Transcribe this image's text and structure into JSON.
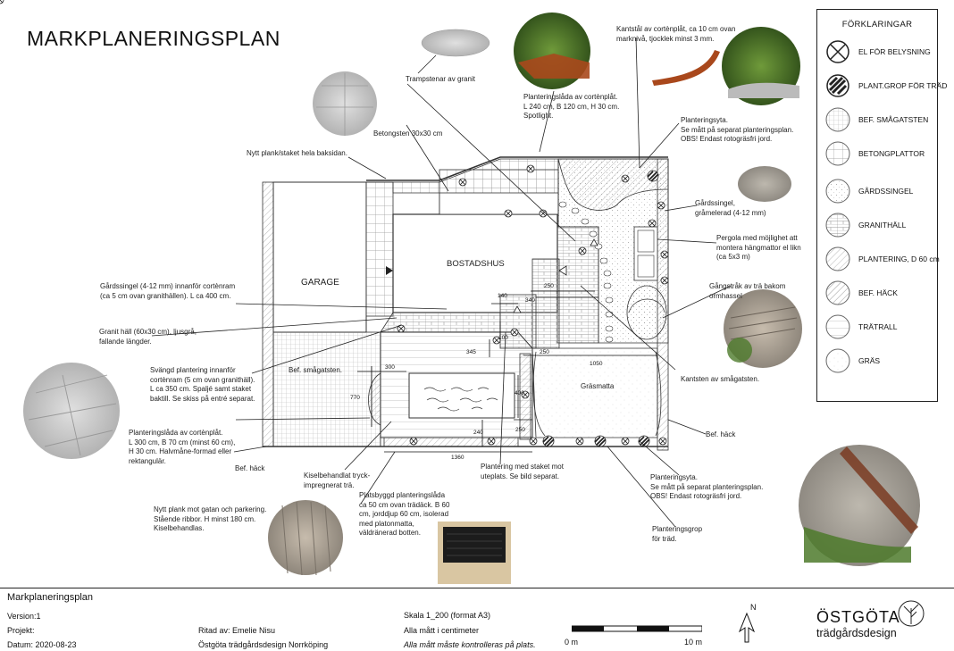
{
  "title": "MARKPLANERINGSPLAN",
  "labels": {
    "garage": "GARAGE",
    "bostadshus": "BOSTADSHUS",
    "bef_smagatsten": "Bef. smågatsten.",
    "grasmatta": "Gräsmatta",
    "trampstenar": "Trampstenar av granit",
    "betongsten": "Betongsten 30x30 cm",
    "nytt_plank": "Nytt plank/staket hela baksidan.",
    "planteringslada_top": "Planteringslåda av cortènplåt.\nL 240 cm, B 120 cm, H 30 cm.\nSpotlight.",
    "kantstal": "Kantstål av cortènplåt, ca 10 cm ovan\nmarknivå, tjocklek minst 3 mm.",
    "planteringsyta_top": "Planteringsyta.\nSe mått på separat planteringsplan.\nOBS! Endast rotogräsfri jord.",
    "gardssingel_right": "Gårdssingel,\ngråmelerad (4-12 mm)",
    "pergola": "Pergola med möjlighet att\nmontera hängmattor el likn\n(ca 5x3 m)",
    "gangstrak": "Gångstråk av trä bakom\normhassel",
    "gardssingel_left": "Gårdssingel (4-12 mm) innanför cortènram\n(ca 5 cm ovan granithällen). L ca 400 cm.",
    "granit_hall": "Granit häll (60x30 cm), ljusgrå,\nfallande längder.",
    "svangd_plantering": "Svängd plantering innanför\ncortènram (5 cm ovan granithäll).\nL ca 350 cm. Spaljé samt staket\nbaktill. Se skiss på entré separat.",
    "planteringslada_left": "Planteringslåda av cortènplåt.\nL 300 cm, B 70 cm (minst 60 cm),\nH 30 cm. Halvmåne-formad eller\nrektangulär.",
    "bef_hack_left": "Bef. häck",
    "bef_hack_right": "Bef. häck",
    "kantsten": "Kantsten av smågatsten.",
    "kiselbehandlat": "Kiselbehandlat tryck-\nimpregnerat trä.",
    "plantering_staket": "Plantering med staket mot\nuteplats. Se bild separat.",
    "planteringsyta_bottom": "Planteringsyta.\nSe mått på separat planteringsplan.\nOBS! Endast rotogräsfri jord.",
    "planteringsgrop": "Planteringsgrop\nför träd.",
    "nytt_plank_gatan": "Nytt plank mot gatan och parkering.\nStående ribbor. H minst 180 cm.\nKiselbehandlas.",
    "platsbyggd": "Platsbyggd planteringslåda\nca 50 cm ovan trädäck. B 60\ncm, jorddjup 60 cm, isolerad\nmed platonmatta,\nväldränerad botten."
  },
  "dimensions": {
    "d140": "140",
    "d340": "340",
    "d250a": "250",
    "d345": "345",
    "d100": "100",
    "d250b": "250",
    "d1050": "1050",
    "d300": "300",
    "d400": "400",
    "d770": "770",
    "d240": "240",
    "d250c": "250",
    "d1360": "1360"
  },
  "legend": {
    "title": "FÖRKLARINGAR",
    "items": [
      {
        "label": "EL FÖR BELYSNING",
        "pattern": "cross"
      },
      {
        "label": "PLANT.GROP FÖR TRÄD",
        "pattern": "treepit"
      },
      {
        "label": "BEF. SMÅGATSTEN",
        "pattern": "smallgrid"
      },
      {
        "label": "BETONGPLATTOR",
        "pattern": "grid"
      },
      {
        "label": "GÅRDSSINGEL",
        "pattern": "dots"
      },
      {
        "label": "GRANITHÄLL",
        "pattern": "granite"
      },
      {
        "label": "PLANTERING, D 60 cm",
        "pattern": "hatch"
      },
      {
        "label": "BEF. HÄCK",
        "pattern": "hedge"
      },
      {
        "label": "TRÄTRALL",
        "pattern": "deck"
      },
      {
        "label": "GRÄS",
        "pattern": "grass"
      }
    ]
  },
  "footer": {
    "name": "Markplaneringsplan",
    "version": "Version:1",
    "projekt": "Projekt:",
    "datum": "Datum: 2020-08-23",
    "ritad": "Ritad av: Emelie Nisu",
    "firma": "Östgöta trädgårdsdesign Norrköping",
    "skala": "Skala 1_200 (format A3)",
    "matt": "Alla mått i centimeter",
    "kontroll": "Alla mått måste kontrolleras på plats.",
    "scale_start": "0 m",
    "scale_end": "10 m",
    "north": "N",
    "logo_line1": "ÖSTGÖTA",
    "logo_line2": "trädgårdsdesign"
  },
  "colors": {
    "line": "#222222",
    "corten": "#a9481c",
    "grass": "#4e7a2c",
    "gravel": "#9a968e"
  }
}
